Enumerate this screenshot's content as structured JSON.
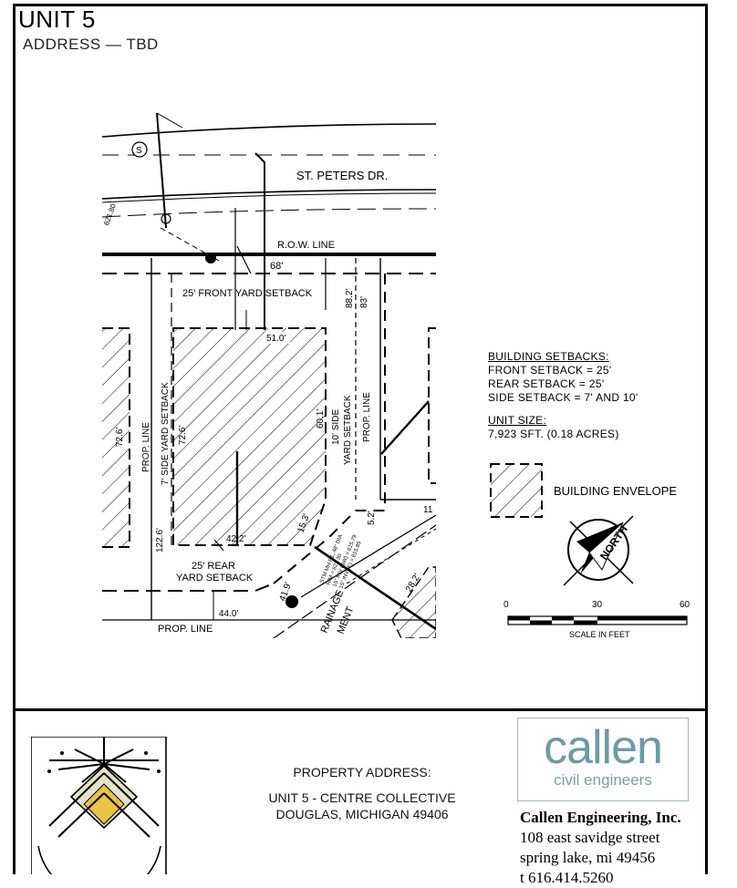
{
  "header": {
    "title": "UNIT 5",
    "subtitle": "ADDRESS  —  TBD"
  },
  "plan_labels": {
    "street": "ST. PETERS DR.",
    "row_line": "R.O.W. LINE",
    "row_dim": "68'",
    "front_setback": "25' FRONT YARD SETBACK",
    "top_width": "51.0'",
    "dim_882": "88.2'",
    "dim_83": "83'",
    "right_depth": "60.1'",
    "side10": "10' SIDE",
    "side10b": "YARD SETBACK",
    "prop_line_right": "PROP. LINE",
    "prop_line_left": "PROP. LINE",
    "side7": "7' SIDE YARD SETBACK",
    "left_depth": "72.6'",
    "left_neighbor_depth": "72.6'",
    "bottom_width": "42.2'",
    "corner_dim": "15.3'",
    "dim_52": "5.2'",
    "rear1": "25' REAR",
    "rear2": "YARD SETBACK",
    "left_dim": "122.6'",
    "bottom_dim": "44.0'",
    "prop_line_bottom": "PROP. LINE",
    "dim_419": "41.9'",
    "dim_282": "28.2'",
    "dim_11": "11",
    "drainage1": "RAINAGE",
    "drainage2": "MENT",
    "stm1": "STM MH R1, 48\" DIA",
    "stm2": "RIM = 622.30",
    "stm3": "15\" INV (SW) = 615.79",
    "stm4": "15\" INV (E) = 615.85",
    "elev": "621.80",
    "sanitary": "S"
  },
  "legend": {
    "setbacks_title": "BUILDING SETBACKS:",
    "front": "FRONT SETBACK  =  25'",
    "rear": "REAR SETBACK  =  25'",
    "side": "SIDE SETBACK  =  7'  AND  10'",
    "size_title": "UNIT SIZE:",
    "size_value": "7,923 SFT. (0.18 ACRES)",
    "envelope_label": "BUILDING ENVELOPE",
    "north_label": "NORTH",
    "scale_0": "0",
    "scale_30": "30",
    "scale_60": "60",
    "scale_label": "SCALE  IN  FEET"
  },
  "property": {
    "heading": "PROPERTY ADDRESS:",
    "line1": "UNIT 5 - CENTRE COLLECTIVE",
    "line2": "DOUGLAS, MICHIGAN 49406"
  },
  "company": {
    "logo_word": "callen",
    "logo_sub": "civil engineers",
    "name": "Callen Engineering, Inc.",
    "street": "108 east savidge street",
    "city": "spring lake, mi 49456",
    "phone": "t 616.414.5260"
  },
  "colors": {
    "logo_accent": "#6d9ba3",
    "emblem_gold": "#e8c446",
    "emblem_beige": "#e5e1c9"
  }
}
